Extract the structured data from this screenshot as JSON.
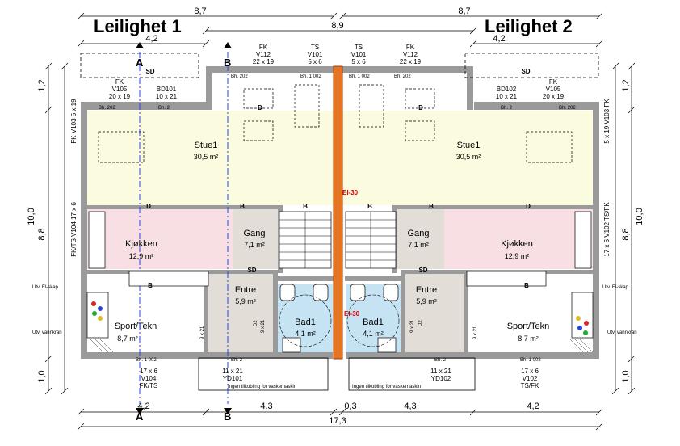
{
  "titles": {
    "left": "Leilighet 1",
    "right": "Leilighet 2"
  },
  "dimensions": {
    "top_left": "8,7",
    "top_right": "8,7",
    "top_total": "8,9",
    "top_sub_left": "4,2",
    "top_sub_right": "4,2",
    "left_side_top": "1,2",
    "left_side_mid": "8,8",
    "left_side_total": "10,0",
    "left_side_bottom": "1,0",
    "right_side_top": "1,2",
    "right_side_mid": "8,8",
    "right_side_total": "10,0",
    "right_side_bottom": "1,0",
    "bottom_1": "4,2",
    "bottom_2": "4,3",
    "bottom_3": "0,3",
    "bottom_4": "4,3",
    "bottom_5": "4,2",
    "bottom_total": "17,3"
  },
  "section_markers": {
    "a": "A",
    "b": "B"
  },
  "rooms": {
    "stue_left": {
      "name": "Stue1",
      "area": "30,5 m²"
    },
    "stue_right": {
      "name": "Stue1",
      "area": "30,5 m²"
    },
    "kjokken_left": {
      "name": "Kjøkken",
      "area": "12,9 m²"
    },
    "kjokken_right": {
      "name": "Kjøkken",
      "area": "12,9 m²"
    },
    "gang_left": {
      "name": "Gang",
      "area": "7,1 m²"
    },
    "gang_right": {
      "name": "Gang",
      "area": "7,1 m²"
    },
    "entre_left": {
      "name": "Entre",
      "area": "5,9 m²"
    },
    "entre_right": {
      "name": "Entre",
      "area": "5,9 m²"
    },
    "bad_left": {
      "name": "Bad1",
      "area": "4,1 m²"
    },
    "bad_right": {
      "name": "Bad1",
      "area": "4,1 m²"
    },
    "sport_left": {
      "name": "Sport/Tekn",
      "area": "8,7 m²"
    },
    "sport_right": {
      "name": "Sport/Tekn",
      "area": "8,7 m²"
    }
  },
  "windows": {
    "fk_v105_l": [
      "FK",
      "V105",
      "20 x 19"
    ],
    "bd101": [
      "BD101",
      "10 x 21"
    ],
    "fk_v112_l": [
      "FK",
      "V112",
      "22 x 19"
    ],
    "ts_v101_l": [
      "TS",
      "V101",
      "5 x 6"
    ],
    "ts_v101_r": [
      "TS",
      "V101",
      "5 x 6"
    ],
    "fk_v112_r": [
      "FK",
      "V112",
      "22 x 19"
    ],
    "bd102": [
      "BD102",
      "10 x 21"
    ],
    "fk_v105_r": [
      "FK",
      "V105",
      "20 x 19"
    ],
    "side_left_top": "FK V103 5 x 19",
    "side_left_mid": "FK/TS V104 17 x 6",
    "side_right_top": "5 x 19 V103 FK",
    "side_right_mid": "17 x 6 V102 TS/FK",
    "bottom_left": [
      "17 x 6",
      "V104",
      "FK/TS"
    ],
    "bottom_yd101": [
      "11 x 21",
      "YD101"
    ],
    "bottom_yd102": [
      "11 x 21",
      "YD102"
    ],
    "bottom_right": [
      "17 x 6",
      "V102",
      "TS/FK"
    ]
  },
  "labels": {
    "sd": "SD",
    "d": "D",
    "b": "B",
    "bh202": "Bh. 202",
    "bh2": "Bh. 2",
    "bh1002": "Bh. 1 002",
    "ei30": "EI-30",
    "utv_el": "Utv. El-skap",
    "utv_vann": "Utv. vannkran",
    "vask": "Ingen tilkobling for vaskemaskin",
    "door_921": "9 x 21",
    "door_d2": "D2"
  },
  "colors": {
    "stue": "#fbfbdf",
    "kjokken": "#f7dfe3",
    "gang": "#e2ddd6",
    "bad": "#c6e3f3",
    "wall": "#9a9a9a",
    "firewall": "#e8741e",
    "section": "#2244ee"
  }
}
